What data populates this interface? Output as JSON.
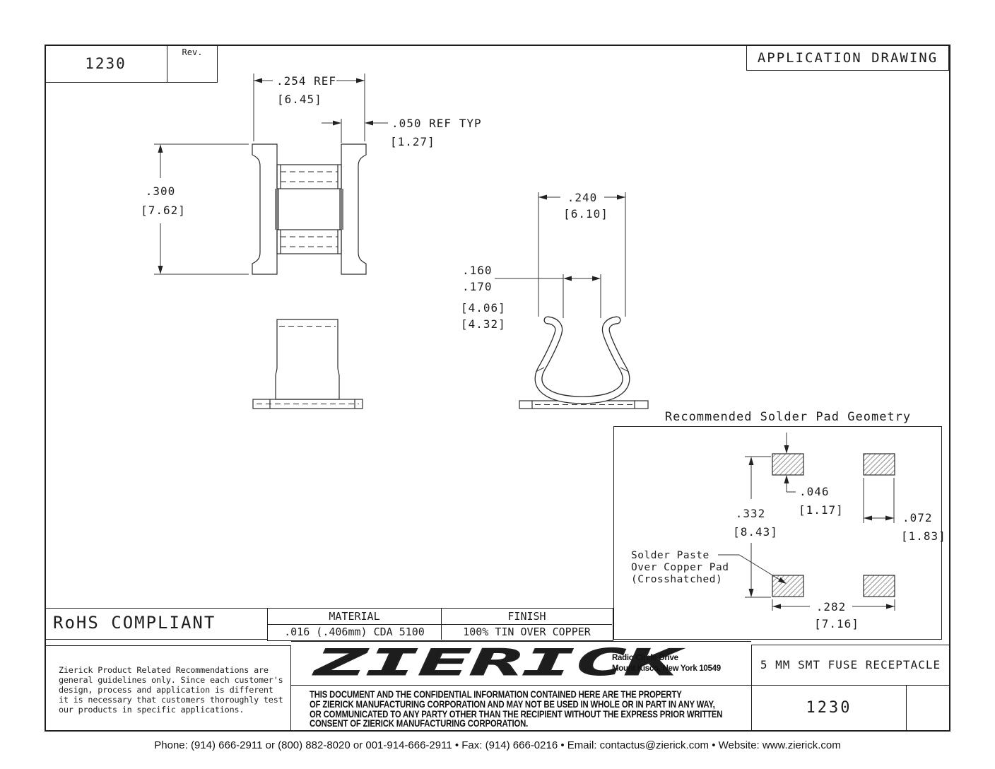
{
  "sheet": {
    "part_number": "1230",
    "rev_label": "Rev.",
    "doc_type": "APPLICATION DRAWING",
    "rohs": "RoHS COMPLIANT"
  },
  "views": {
    "top": {
      "dim_width": ".254 REF",
      "dim_width_mm": "[6.45]",
      "dim_pitch": ".050 REF TYP",
      "dim_pitch_mm": "[1.27]",
      "dim_height": ".300",
      "dim_height_mm": "[7.62]"
    },
    "side": {
      "dim_width": ".240",
      "dim_width_mm": "[6.10]",
      "dim_gap_min": ".160",
      "dim_gap_max": ".170",
      "dim_gap_min_mm": "[4.06]",
      "dim_gap_max_mm": "[4.32]"
    }
  },
  "solder_pad": {
    "title": "Recommended Solder Pad Geometry",
    "dim_pad_height": ".046",
    "dim_pad_height_mm": "[1.17]",
    "dim_vertical_span": ".332",
    "dim_vertical_span_mm": "[8.43]",
    "dim_pad_width": ".072",
    "dim_pad_width_mm": "[1.83]",
    "dim_horizontal_span": ".282",
    "dim_horizontal_span_mm": "[7.16]",
    "note_line1": "Solder Paste",
    "note_line2": "Over Copper Pad",
    "note_line3": "(Crosshatched)"
  },
  "spec_table": {
    "material_label": "MATERIAL",
    "material_value": ".016 (.406mm) CDA 5100",
    "finish_label": "FINISH",
    "finish_value": "100% TIN OVER COPPER"
  },
  "title_block": {
    "recommendations": [
      "Zierick Product Related Recommendations are",
      "general guidelines only. Since each customer's",
      "design, process and application is different",
      "it is necessary that customers thoroughly test",
      "our products in specific applications."
    ],
    "company_name": "ZIERICK",
    "address_line1": "Radio Circle Drive",
    "address_line2": "Mount Kisco, New York 10549",
    "legal": [
      "THIS DOCUMENT AND THE CONFIDENTIAL INFORMATION CONTAINED HERE ARE THE PROPERTY",
      "OF ZIERICK MANUFACTURING CORPORATION AND MAY NOT BE USED IN WHOLE OR IN PART IN ANY WAY,",
      "OR COMMUNICATED TO ANY PARTY OTHER THAN THE RECIPIENT WITHOUT THE EXPRESS PRIOR WRITTEN",
      "CONSENT OF ZIERICK MANUFACTURING CORPORATION."
    ],
    "part_title": "5 MM SMT FUSE RECEPTACLE",
    "part_number": "1230"
  },
  "footer": {
    "contact": "Phone: (914) 666-2911 or (800) 882-8020 or 001-914-666-2911 • Fax: (914) 666-0216 • Email: contactus@zierick.com • Website: www.zierick.com"
  },
  "colors": {
    "line": "#2b2b2b",
    "background": "#ffffff"
  }
}
